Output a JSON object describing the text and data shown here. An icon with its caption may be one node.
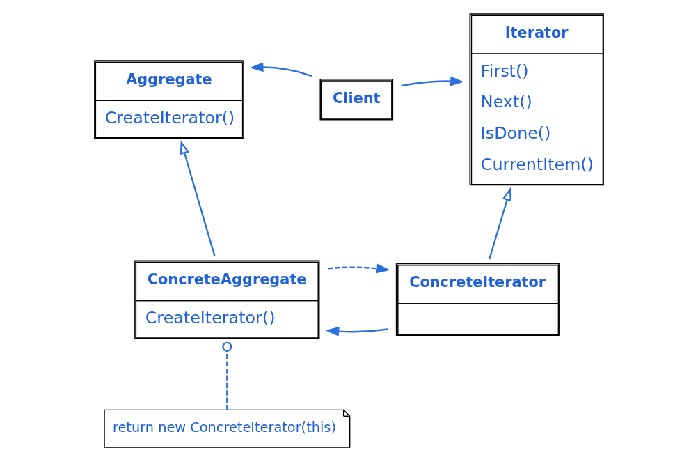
{
  "diagram": {
    "nodes": [
      {
        "text": [
          "Aggregate",
          "CreateIterator()"
        ]
      },
      {
        "text": [
          "Client"
        ]
      },
      {
        "text": [
          "Iterator",
          "First()",
          "Next()",
          "IsDone()",
          "CurrentItem()"
        ]
      },
      {
        "text": [
          "ConcreteAggregate",
          "CreateIterator()"
        ]
      },
      {
        "text": [
          "ConcreteIterator"
        ]
      },
      {
        "text": [
          "return new ConcreteIterator(this)"
        ]
      }
    ],
    "edges": [
      {
        "from": 1,
        "to": 0,
        "arrow": "to"
      },
      {
        "from": 1,
        "to": 2,
        "arrow": "to"
      },
      {
        "from": 3,
        "to": 0,
        "arrow": "to"
      },
      {
        "from": 4,
        "to": 2,
        "arrow": "to"
      },
      {
        "from": 3,
        "to": 4,
        "arrow": "to",
        "style": "dashed"
      },
      {
        "from": 4,
        "to": 3,
        "arrow": "to"
      },
      {
        "from": 5,
        "to": 3,
        "arrow": "other",
        "style": "dashed"
      }
    ]
  }
}
